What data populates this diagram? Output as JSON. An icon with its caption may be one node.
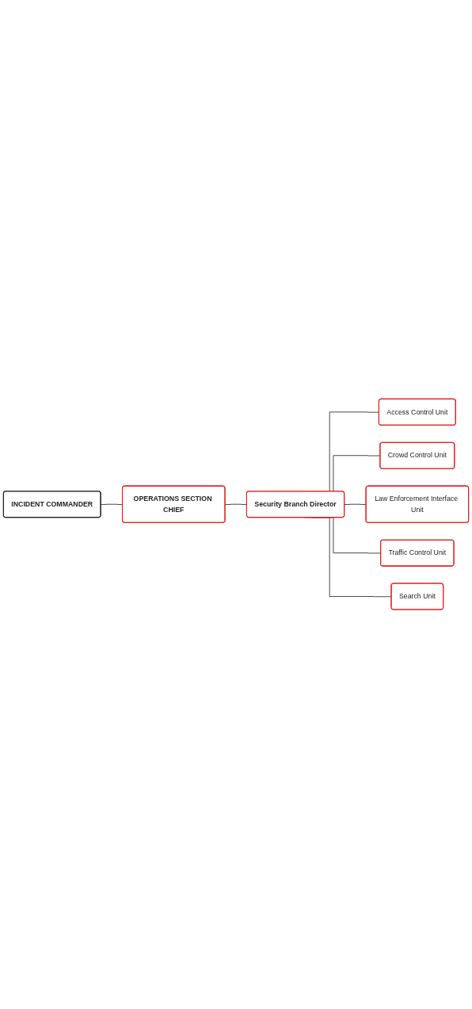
{
  "diagram": {
    "nodes": [
      {
        "text": [
          "INCIDENT COMMANDER"
        ]
      },
      {
        "text": [
          "OPERATIONS SECTION CHIEF"
        ]
      },
      {
        "text": [
          "Security Branch Director"
        ]
      },
      {
        "text": [
          "Access Control Unit"
        ]
      },
      {
        "text": [
          "Crowd Control Unit"
        ]
      },
      {
        "text": [
          "Law Enforcement Interface Unit"
        ]
      },
      {
        "text": [
          "Traffic Control Unit"
        ]
      },
      {
        "text": [
          "Search Unit"
        ]
      }
    ],
    "edges": [
      {
        "from": 0,
        "to": 1,
        "arrow": "none"
      },
      {
        "from": 1,
        "to": 2,
        "arrow": "none"
      },
      {
        "from": 2,
        "to": 3,
        "arrow": "none"
      },
      {
        "from": 2,
        "to": 4,
        "arrow": "none"
      },
      {
        "from": 2,
        "to": 5,
        "arrow": "none"
      },
      {
        "from": 2,
        "to": 6,
        "arrow": "none"
      },
      {
        "from": 2,
        "to": 7,
        "arrow": "none"
      }
    ]
  }
}
